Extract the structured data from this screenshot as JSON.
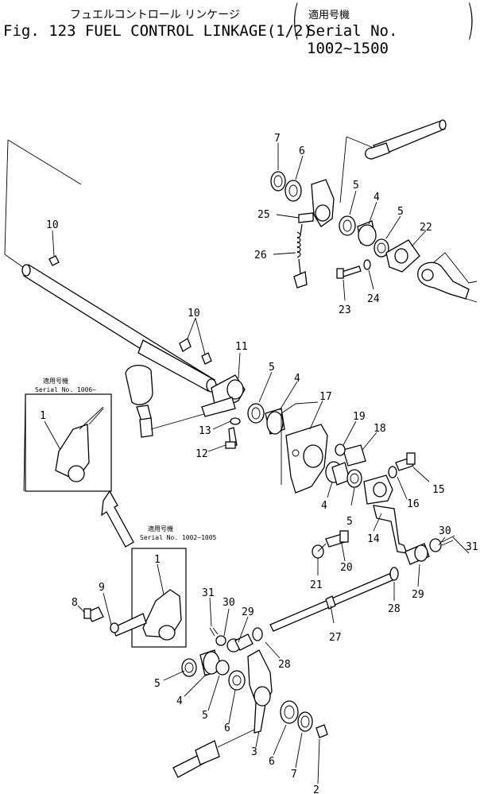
{
  "header": {
    "title_jp": "フュエルコントロール リンケージ",
    "title": "Fig. 123 FUEL CONTROL LINKAGE(1/2)",
    "serial_jp": "適用号機",
    "serial": "Serial No. 1002~1500"
  },
  "insets": {
    "upper": {
      "label_jp": "適用号機",
      "label": "Serial No. 1006~"
    },
    "lower": {
      "label_jp": "適用号機",
      "label": "Serial No. 1002~1005"
    }
  },
  "callouts": [
    "7",
    "6",
    "5",
    "4",
    "5",
    "22",
    "25",
    "26",
    "23",
    "24",
    "10",
    "10",
    "11",
    "5",
    "4",
    "17",
    "19",
    "18",
    "13",
    "12",
    "15",
    "16",
    "4",
    "5",
    "14",
    "30",
    "31",
    "20",
    "21",
    "29",
    "28",
    "27",
    "1",
    "1",
    "8",
    "9",
    "31",
    "30",
    "29",
    "28",
    "5",
    "4",
    "5",
    "6",
    "3",
    "6",
    "7",
    "2"
  ]
}
